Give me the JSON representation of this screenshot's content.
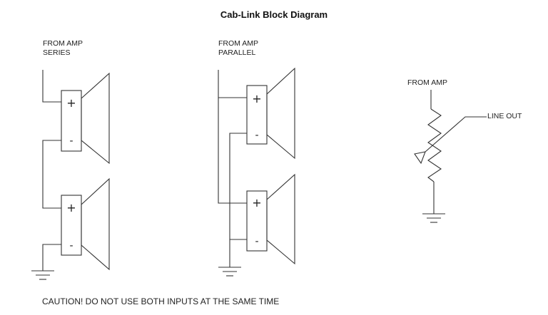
{
  "diagram": {
    "title": "Cab-Link Block Diagram",
    "caution": "CAUTION! DO NOT USE BOTH INPUTS AT THE SAME TIME"
  },
  "series_section": {
    "label_line1": "FROM AMP",
    "label_line2": "SERIES",
    "speakers": [
      {
        "plus": "+",
        "minus": "-"
      },
      {
        "plus": "+",
        "minus": "-"
      }
    ]
  },
  "parallel_section": {
    "label_line1": "FROM AMP",
    "label_line2": "PARALLEL",
    "speakers": [
      {
        "plus": "+",
        "minus": "-"
      },
      {
        "plus": "+",
        "minus": "-"
      }
    ]
  },
  "line_out_section": {
    "input_label": "FROM AMP",
    "output_label": "LINE OUT"
  }
}
